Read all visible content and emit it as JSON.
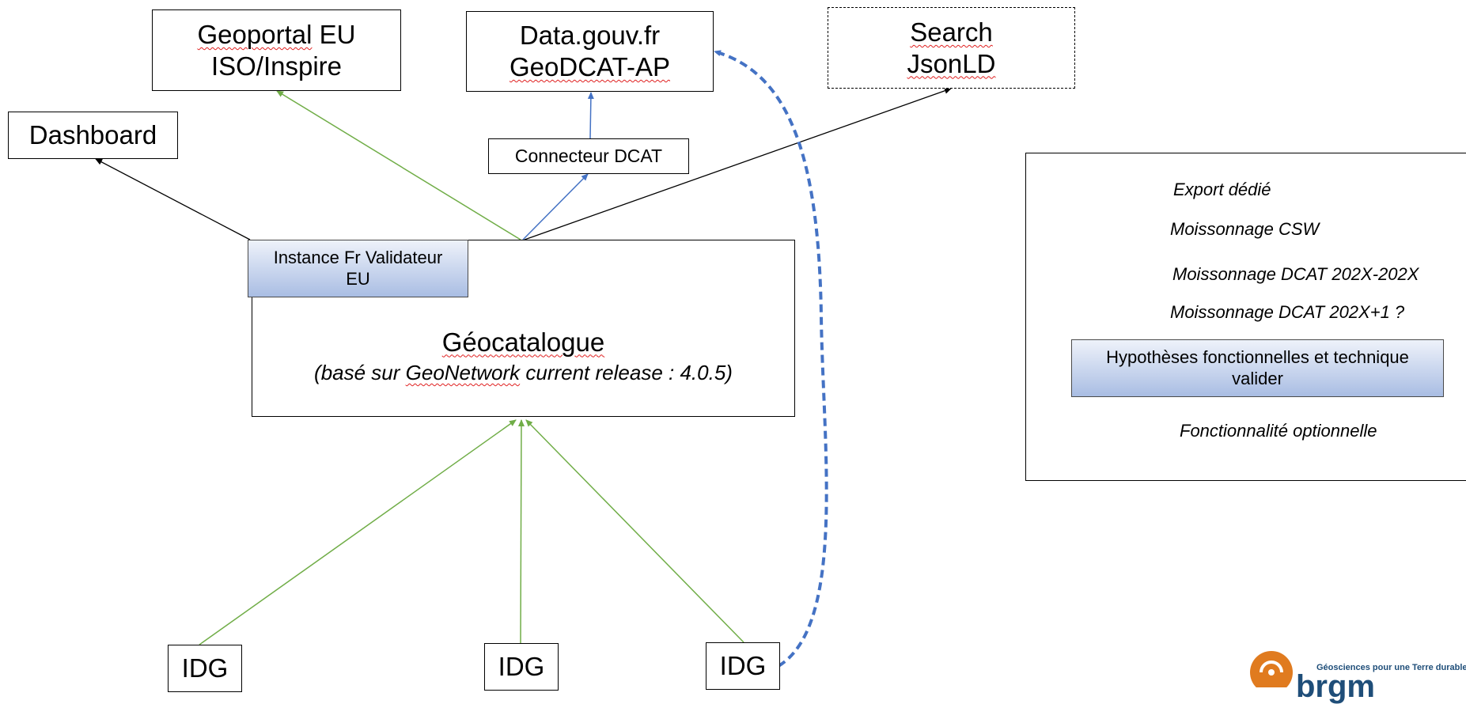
{
  "nodes": {
    "geoportal": {
      "line1_a": "Geoportal",
      "line1_b": " EU",
      "line2": "ISO/Inspire"
    },
    "datagouv": {
      "line1": "Data.gouv.fr",
      "line2": "GeoDCAT-AP"
    },
    "search": {
      "line1": "Search",
      "line2": "JsonLD"
    },
    "dashboard": {
      "label": "Dashboard"
    },
    "connecteur": {
      "label": "Connecteur DCAT"
    },
    "validateur": {
      "line1": "Instance Fr Validateur",
      "line2": "EU"
    },
    "geocatalogue": {
      "title": "Géocatalogue",
      "subtitle_a": "(basé sur ",
      "subtitle_b": "GeoNetwork",
      "subtitle_c": " current release : 4.0.5)"
    },
    "idg_left": {
      "label": "IDG"
    },
    "idg_middle": {
      "label": "IDG"
    },
    "idg_right": {
      "label": "IDG"
    }
  },
  "legend": {
    "export": "Export dédié",
    "csw": "Moissonnage CSW",
    "dcat_current": "Moissonnage DCAT 202X-202X",
    "dcat_next": "Moissonnage DCAT 202X+1 ?",
    "hypotheses_line1": "Hypothèses fonctionnelles et technique",
    "hypotheses_line2": "valider",
    "optional": "Fonctionnalité optionnelle"
  },
  "logo": {
    "tagline": "Géosciences pour une Terre durable",
    "name": "brgm"
  },
  "colors": {
    "export_arrow": "#000000",
    "csw_arrow": "#70ad47",
    "dcat_arrow": "#4472c4",
    "dcat_next_arrow": "#4472c4",
    "logo_orange": "#e07b1f",
    "logo_blue": "#1f4e79"
  }
}
